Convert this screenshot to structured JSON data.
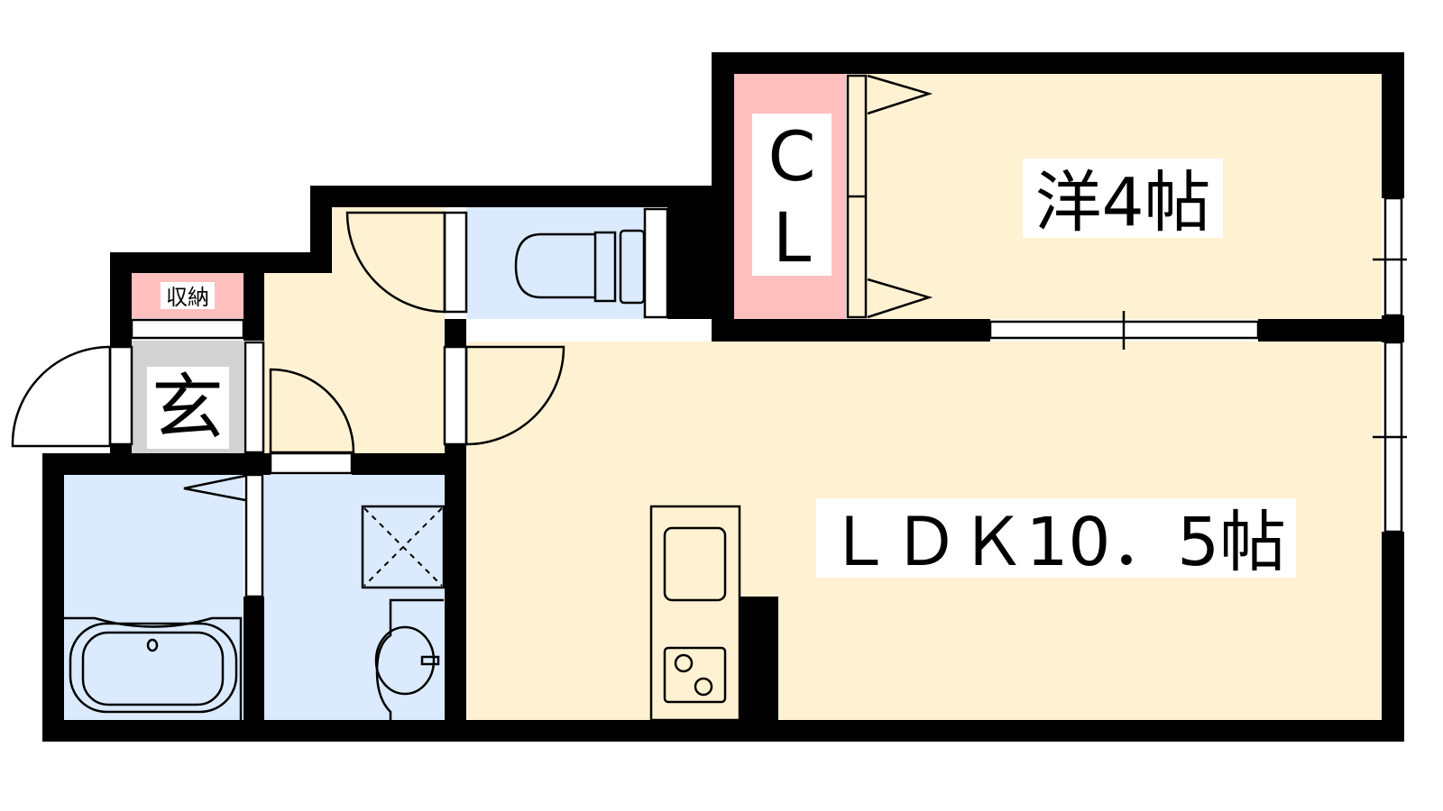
{
  "rooms": {
    "western": "洋4帖",
    "ldk": "ＬＤＫ10．5帖",
    "closet_c": "C",
    "closet_l": "L",
    "storage": "収納",
    "entrance": "玄"
  },
  "colors": {
    "room": "#fff2d2",
    "wet": "#dbebfd",
    "closet": "#ffbfbf",
    "entrance": "#d3d3d3",
    "wall": "#000000"
  }
}
